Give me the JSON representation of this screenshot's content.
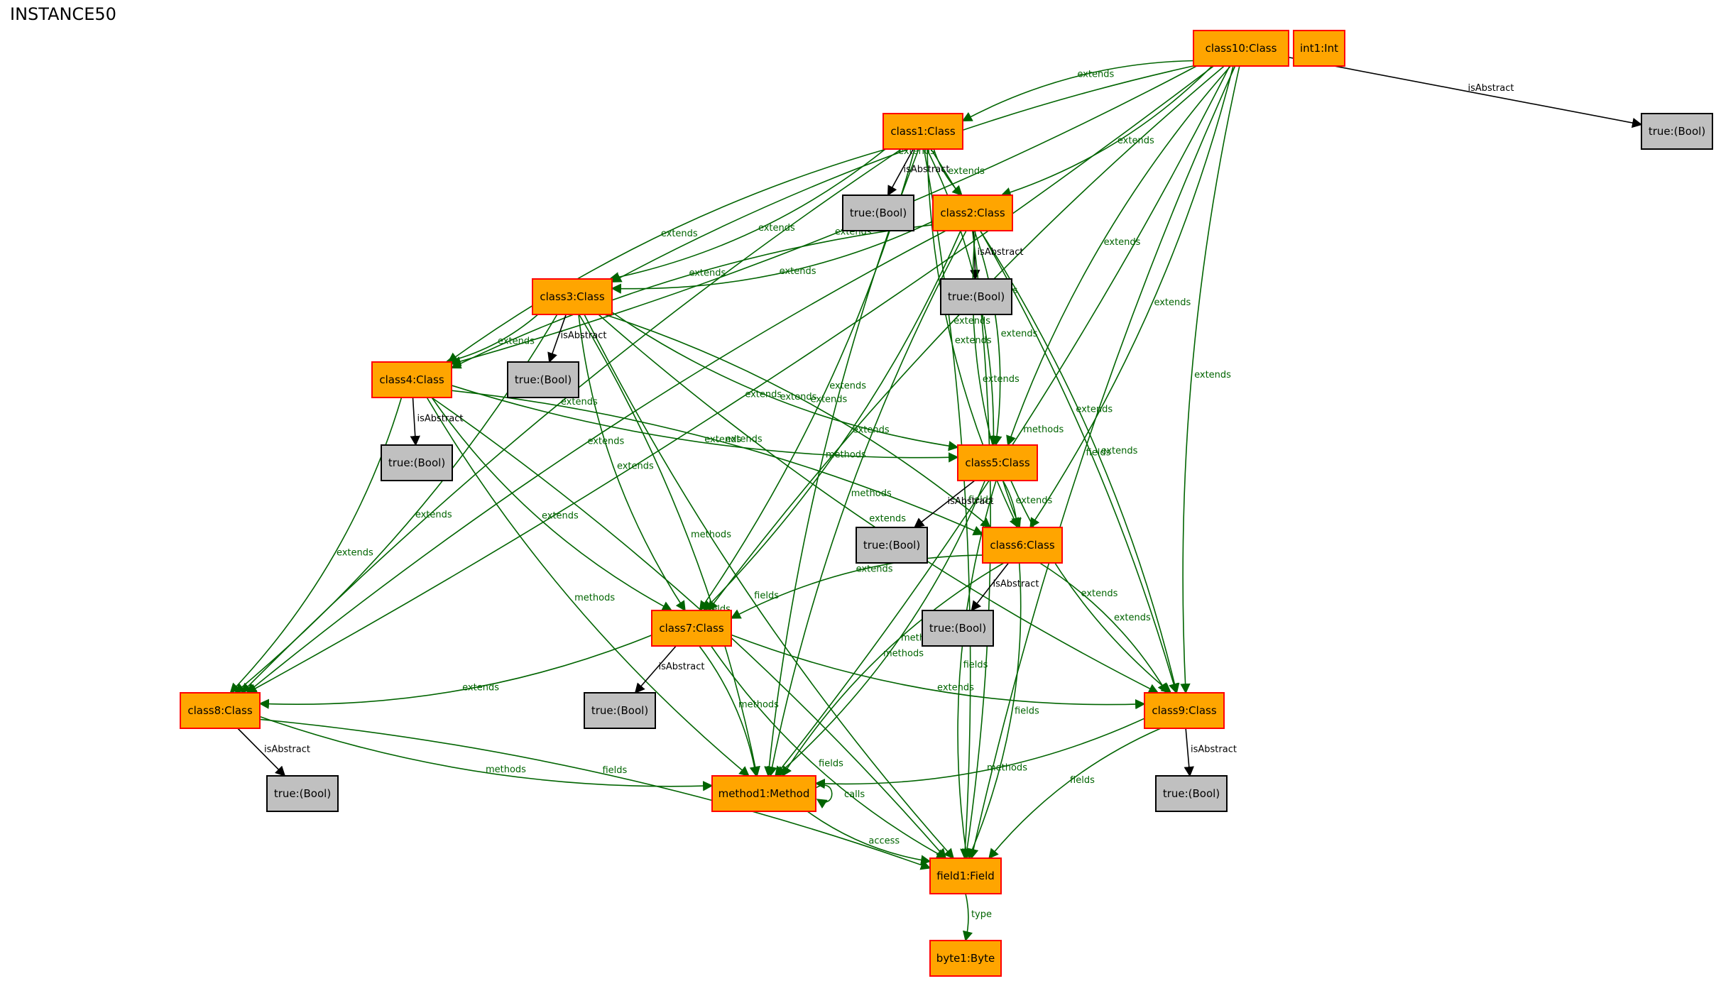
{
  "title": "INSTANCE50",
  "colors": {
    "class_fill": "#ffa500",
    "class_stroke": "#ff0000",
    "bool_fill": "#c0c0c0",
    "bool_stroke": "#000000",
    "edge_green": "#006400",
    "edge_black": "#000000"
  },
  "nodes": [
    {
      "id": "class10",
      "label": "class10:Class",
      "kind": "class"
    },
    {
      "id": "int1",
      "label": "int1:Int",
      "kind": "class"
    },
    {
      "id": "t10",
      "label": "true:(Bool)",
      "kind": "bool"
    },
    {
      "id": "class1",
      "label": "class1:Class",
      "kind": "class"
    },
    {
      "id": "t1",
      "label": "true:(Bool)",
      "kind": "bool"
    },
    {
      "id": "class2",
      "label": "class2:Class",
      "kind": "class"
    },
    {
      "id": "t2",
      "label": "true:(Bool)",
      "kind": "bool"
    },
    {
      "id": "class3",
      "label": "class3:Class",
      "kind": "class"
    },
    {
      "id": "t3",
      "label": "true:(Bool)",
      "kind": "bool"
    },
    {
      "id": "class4",
      "label": "class4:Class",
      "kind": "class"
    },
    {
      "id": "t4",
      "label": "true:(Bool)",
      "kind": "bool"
    },
    {
      "id": "class5",
      "label": "class5:Class",
      "kind": "class"
    },
    {
      "id": "t5",
      "label": "true:(Bool)",
      "kind": "bool"
    },
    {
      "id": "class6",
      "label": "class6:Class",
      "kind": "class"
    },
    {
      "id": "t6",
      "label": "true:(Bool)",
      "kind": "bool"
    },
    {
      "id": "class7",
      "label": "class7:Class",
      "kind": "class"
    },
    {
      "id": "t7",
      "label": "true:(Bool)",
      "kind": "bool"
    },
    {
      "id": "class8",
      "label": "class8:Class",
      "kind": "class"
    },
    {
      "id": "t8",
      "label": "true:(Bool)",
      "kind": "bool"
    },
    {
      "id": "class9",
      "label": "class9:Class",
      "kind": "class"
    },
    {
      "id": "t9",
      "label": "true:(Bool)",
      "kind": "bool"
    },
    {
      "id": "method1",
      "label": "method1:Method",
      "kind": "class"
    },
    {
      "id": "field1",
      "label": "field1:Field",
      "kind": "class"
    },
    {
      "id": "byte1",
      "label": "byte1:Byte",
      "kind": "class"
    }
  ],
  "edges": [
    {
      "from": "class10",
      "to": "t10",
      "label": "isAbstract"
    },
    {
      "from": "class10",
      "to": "class1",
      "label": "extends"
    },
    {
      "from": "class10",
      "to": "class2",
      "label": "extends"
    },
    {
      "from": "class10",
      "to": "class3",
      "label": "extends"
    },
    {
      "from": "class10",
      "to": "class4",
      "label": "extends"
    },
    {
      "from": "class10",
      "to": "class5",
      "label": "extends"
    },
    {
      "from": "class10",
      "to": "class6",
      "label": "extends"
    },
    {
      "from": "class10",
      "to": "class7",
      "label": "extends"
    },
    {
      "from": "class10",
      "to": "class8",
      "label": "extends"
    },
    {
      "from": "class10",
      "to": "class9",
      "label": "extends"
    },
    {
      "from": "class10",
      "to": "method1",
      "label": "methods"
    },
    {
      "from": "class10",
      "to": "field1",
      "label": "fields"
    },
    {
      "from": "class1",
      "to": "t1",
      "label": "isAbstract"
    },
    {
      "from": "class1",
      "to": "class2",
      "label": "extends"
    },
    {
      "from": "class1",
      "to": "class3",
      "label": "extends"
    },
    {
      "from": "class1",
      "to": "class4",
      "label": "extends"
    },
    {
      "from": "class1",
      "to": "class5",
      "label": "extends"
    },
    {
      "from": "class1",
      "to": "class6",
      "label": "extends"
    },
    {
      "from": "class1",
      "to": "class7",
      "label": "extends"
    },
    {
      "from": "class1",
      "to": "class8",
      "label": "extends"
    },
    {
      "from": "class1",
      "to": "class9",
      "label": "extends"
    },
    {
      "from": "class1",
      "to": "method1",
      "label": "methods"
    },
    {
      "from": "class1",
      "to": "field1",
      "label": "fields"
    },
    {
      "from": "class2",
      "to": "t2",
      "label": "isAbstract"
    },
    {
      "from": "class2",
      "to": "class3",
      "label": "extends"
    },
    {
      "from": "class2",
      "to": "class4",
      "label": "extends"
    },
    {
      "from": "class2",
      "to": "class5",
      "label": "extends"
    },
    {
      "from": "class2",
      "to": "class6",
      "label": "extends"
    },
    {
      "from": "class2",
      "to": "class7",
      "label": "extends"
    },
    {
      "from": "class2",
      "to": "class8",
      "label": "extends"
    },
    {
      "from": "class2",
      "to": "class9",
      "label": "extends"
    },
    {
      "from": "class2",
      "to": "method1",
      "label": "methods"
    },
    {
      "from": "class2",
      "to": "field1",
      "label": "fields"
    },
    {
      "from": "class3",
      "to": "t3",
      "label": "isAbstract"
    },
    {
      "from": "class3",
      "to": "class4",
      "label": "extends"
    },
    {
      "from": "class3",
      "to": "class5",
      "label": "extends"
    },
    {
      "from": "class3",
      "to": "class6",
      "label": "extends"
    },
    {
      "from": "class3",
      "to": "class7",
      "label": "extends"
    },
    {
      "from": "class3",
      "to": "class8",
      "label": "extends"
    },
    {
      "from": "class3",
      "to": "class9",
      "label": "extends"
    },
    {
      "from": "class3",
      "to": "method1",
      "label": "methods"
    },
    {
      "from": "class3",
      "to": "field1",
      "label": "fields"
    },
    {
      "from": "class4",
      "to": "t4",
      "label": "isAbstract"
    },
    {
      "from": "class4",
      "to": "class5",
      "label": "extends"
    },
    {
      "from": "class4",
      "to": "class6",
      "label": "extends"
    },
    {
      "from": "class4",
      "to": "class7",
      "label": "extends"
    },
    {
      "from": "class4",
      "to": "class8",
      "label": "extends"
    },
    {
      "from": "class4",
      "to": "method1",
      "label": "methods"
    },
    {
      "from": "class4",
      "to": "field1",
      "label": "fields"
    },
    {
      "from": "class5",
      "to": "t5",
      "label": "isAbstract"
    },
    {
      "from": "class5",
      "to": "class6",
      "label": "extends"
    },
    {
      "from": "class5",
      "to": "class9",
      "label": "extends"
    },
    {
      "from": "class5",
      "to": "method1",
      "label": "methods"
    },
    {
      "from": "class5",
      "to": "field1",
      "label": "fields"
    },
    {
      "from": "class6",
      "to": "t6",
      "label": "isAbstract"
    },
    {
      "from": "class6",
      "to": "class7",
      "label": "extends"
    },
    {
      "from": "class6",
      "to": "class9",
      "label": "extends"
    },
    {
      "from": "class6",
      "to": "method1",
      "label": "methods"
    },
    {
      "from": "class6",
      "to": "field1",
      "label": "fields"
    },
    {
      "from": "class7",
      "to": "t7",
      "label": "isAbstract"
    },
    {
      "from": "class7",
      "to": "class8",
      "label": "extends"
    },
    {
      "from": "class7",
      "to": "class9",
      "label": "extends"
    },
    {
      "from": "class7",
      "to": "method1",
      "label": "methods"
    },
    {
      "from": "class7",
      "to": "field1",
      "label": "fields"
    },
    {
      "from": "class8",
      "to": "t8",
      "label": "isAbstract"
    },
    {
      "from": "class8",
      "to": "method1",
      "label": "methods"
    },
    {
      "from": "class8",
      "to": "field1",
      "label": "fields"
    },
    {
      "from": "class9",
      "to": "t9",
      "label": "isAbstract"
    },
    {
      "from": "class9",
      "to": "method1",
      "label": "methods"
    },
    {
      "from": "class9",
      "to": "field1",
      "label": "fields"
    },
    {
      "from": "method1",
      "to": "method1",
      "label": "calls"
    },
    {
      "from": "method1",
      "to": "field1",
      "label": "access"
    },
    {
      "from": "field1",
      "to": "byte1",
      "label": "type"
    }
  ]
}
